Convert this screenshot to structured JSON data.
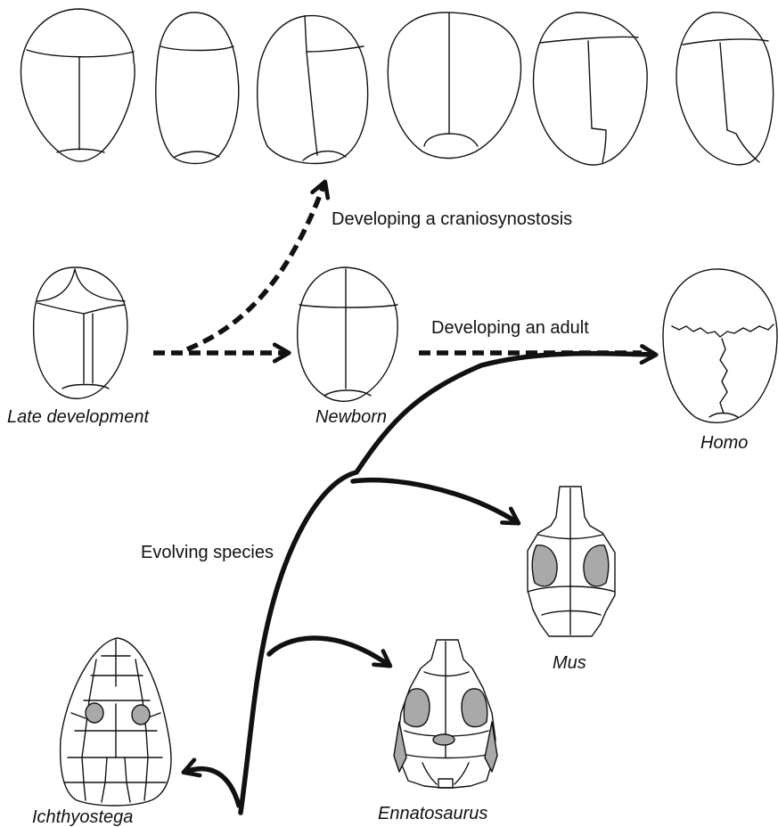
{
  "labels": {
    "late_development": "Late development",
    "newborn": "Newborn",
    "homo": "Homo",
    "mus": "Mus",
    "ichthyostega": "Ichthyostega",
    "ennatosaurus": "Ennatosaurus",
    "craniosynostosis": "Developing a craniosynostosis",
    "adult": "Developing an adult",
    "evolving": "Evolving species"
  },
  "colors": {
    "line": "#111111",
    "bone_fill": "#ffffff",
    "fenestra_fill": "#a9a9a9"
  }
}
